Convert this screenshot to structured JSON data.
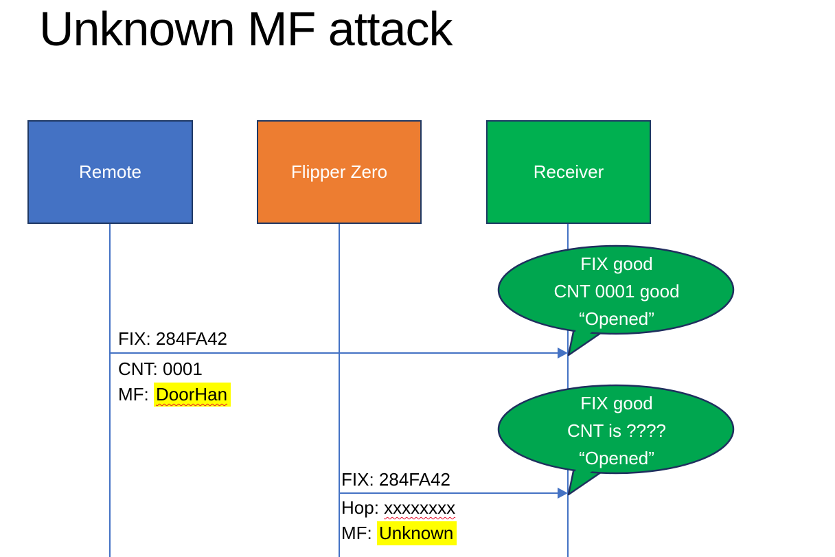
{
  "title": "Unknown MF attack",
  "actors": [
    {
      "label": "Remote",
      "fill": "#4472C4"
    },
    {
      "label": "Flipper Zero",
      "fill": "#ED7D31"
    },
    {
      "label": "Receiver",
      "fill": "#00B050"
    }
  ],
  "messages": [
    {
      "from": "Remote",
      "to": "Receiver",
      "above": "FIX: 284FA42",
      "below_line1": "CNT: 0001",
      "below_line2_prefix": "MF: ",
      "below_line2_value": "DoorHan"
    },
    {
      "from": "Flipper Zero",
      "to": "Receiver",
      "above": "FIX: 284FA42",
      "below_line1_prefix": "Hop: ",
      "below_line1_value": "xxxxxxxx",
      "below_line2_prefix": "MF: ",
      "below_line2_value": "Unknown"
    }
  ],
  "callouts": [
    {
      "line1": "FIX good",
      "line2": "CNT 0001 good",
      "line3": "“Opened”"
    },
    {
      "line1": "FIX good",
      "line2": "CNT is ????",
      "line3": "“Opened”"
    }
  ],
  "colors": {
    "actor_border": "#1F3864",
    "remote_fill": "#4472C4",
    "flipper_fill": "#ED7D31",
    "receiver_fill": "#00B050",
    "lifeline_blue": "#4472C4",
    "callout_fill": "#00A64F",
    "callout_border": "#1F2F5E",
    "highlight_yellow": "#FFFF00",
    "squiggle_red": "#E8112D",
    "bubble_text": "#FFFFFF",
    "message_text": "#000000"
  }
}
